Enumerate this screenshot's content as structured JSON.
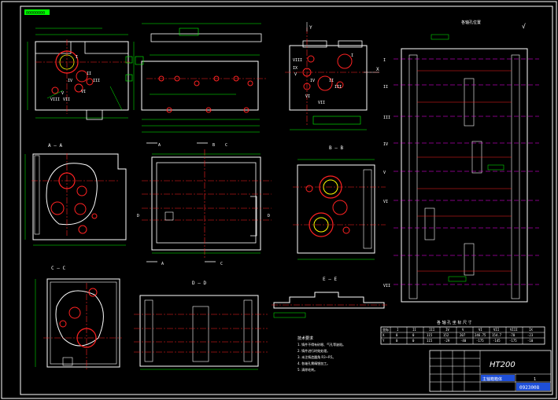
{
  "drawing": {
    "stamp_top_left": "00000000",
    "material": "HT200",
    "drawing_number": "0923008",
    "part_name": "主轴箱箱体",
    "sheet": "1",
    "surface_note": "√"
  },
  "sections": {
    "aa": "A — A",
    "bb": "B — B",
    "cc": "C — C",
    "dd": "D — D",
    "ee": "E — E"
  },
  "axis_labels": [
    "I",
    "II",
    "III",
    "IV",
    "V",
    "VI",
    "VII",
    "VIII",
    "IX"
  ],
  "roman_left_table": [
    "I",
    "II",
    "III",
    "IV",
    "V",
    "VI",
    "VII"
  ],
  "cut_marks": {
    "a": "A",
    "b": "B",
    "c": "C",
    "d": "D",
    "e": "E"
  },
  "views": {
    "front_tags": [
      "I",
      "II",
      "III",
      "IV",
      "V",
      "VI",
      "VII",
      "VIII"
    ],
    "side_tags": [
      "I",
      "II",
      "III",
      "IV",
      "V",
      "VI",
      "VII",
      "VIII",
      "IX"
    ]
  },
  "right_title": "各轴孔位置",
  "bottom_table": {
    "caption": "各 轴 孔 坐 标 尺 寸",
    "corner": "坐标",
    "headers": [
      "I",
      "II",
      "III",
      "IV",
      "V",
      "VI",
      "VII",
      "VIII",
      "IX"
    ],
    "row_x": [
      "0",
      "0",
      "115",
      "152",
      "207",
      "246.75",
      "154.7",
      "-70",
      "-23"
    ],
    "row_y": [
      "0",
      "0",
      "115",
      "-29",
      "-40",
      "-175",
      "-145",
      "-175",
      "-10"
    ]
  },
  "notes": {
    "title": "技术要求",
    "items": [
      "1. 铸件不得有砂眼、气孔等缺陷。",
      "2. 铸件进行时效处理。",
      "3. 未注铸造圆角 R3~R5。",
      "4. 各轴孔需精镗加工。",
      "5. 清除毛刺。"
    ]
  }
}
